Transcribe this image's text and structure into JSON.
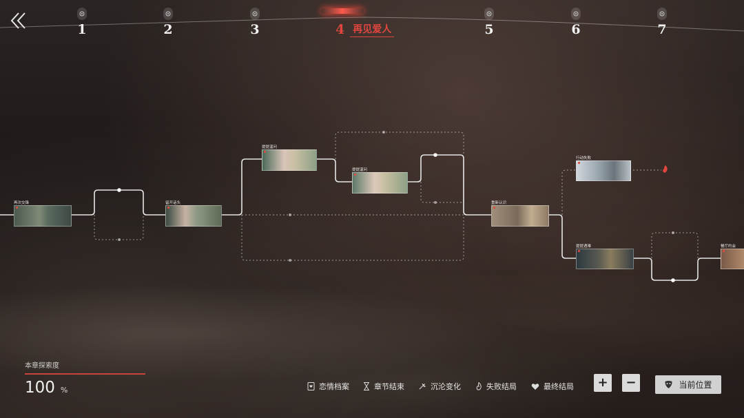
{
  "chapters": [
    {
      "num": "1"
    },
    {
      "num": "2"
    },
    {
      "num": "3"
    },
    {
      "num": "4",
      "title": "再见爱人",
      "active": true
    },
    {
      "num": "5"
    },
    {
      "num": "6"
    },
    {
      "num": "7"
    }
  ],
  "nodes": [
    {
      "label": "再次交锋"
    },
    {
      "label": "留开话头"
    },
    {
      "label": "提提温问"
    },
    {
      "label": "提提温问"
    },
    {
      "label": "重新认识"
    },
    {
      "label": "行动失败"
    },
    {
      "label": "提提遇难"
    },
    {
      "label": "餐厅约会"
    }
  ],
  "progress": {
    "label": "本章探索度",
    "value": "100",
    "unit": "%",
    "fraction": 1.0
  },
  "legend": [
    {
      "icon": "heart-file-icon",
      "label": "恋情档案"
    },
    {
      "icon": "hourglass-icon",
      "label": "章节结束"
    },
    {
      "icon": "sparkle-icon",
      "label": "沉沦变化"
    },
    {
      "icon": "flame-icon",
      "label": "失败结局"
    },
    {
      "icon": "heart-icon",
      "label": "最终结局"
    }
  ],
  "controls": {
    "zoom_in": "+",
    "zoom_out": "−",
    "current_position": "当前位置"
  },
  "colors": {
    "accent_red": "#e0463f",
    "line_white": "#e6e6e6"
  }
}
